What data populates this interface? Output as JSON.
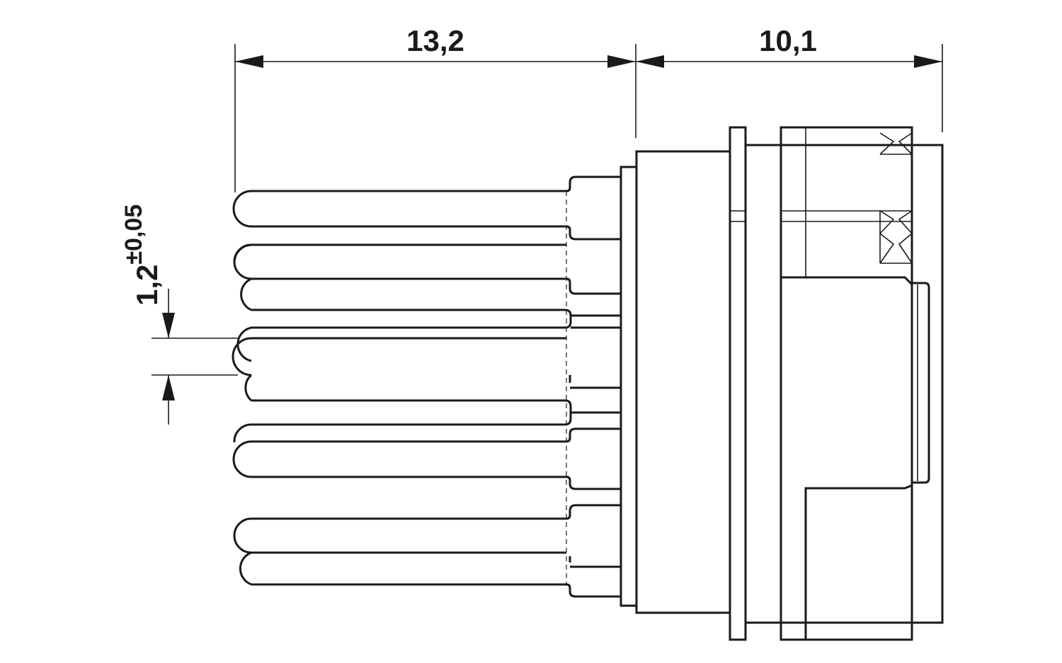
{
  "drawing": {
    "dimensions": {
      "pin_length": "13,2",
      "housing_length": "10,1",
      "pin_pitch": "1,2",
      "pin_pitch_tolerance": "±0,05"
    }
  }
}
